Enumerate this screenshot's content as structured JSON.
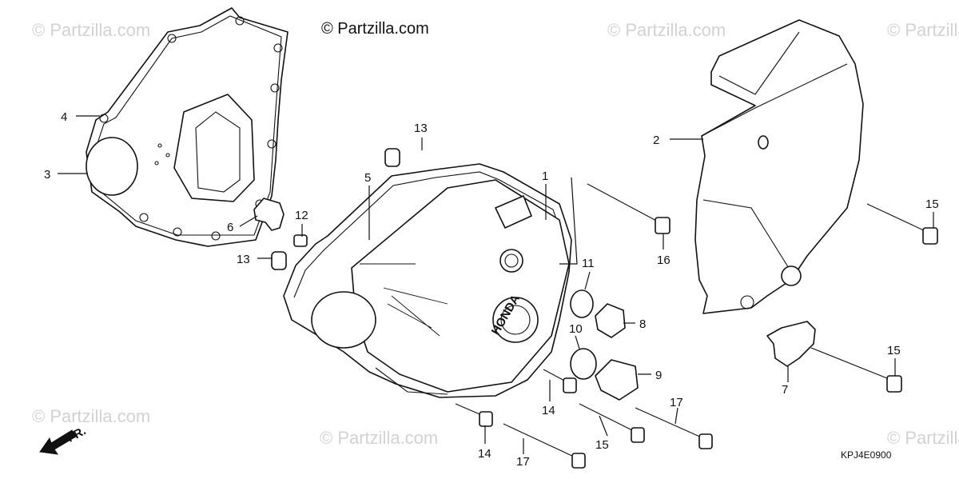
{
  "watermark_main": "© Partzilla.com",
  "watermark_faded": "© Partzilla.com",
  "diagram_code": "KPJ4E0900",
  "front_label": "FR.",
  "brand_text": "HONDA",
  "callouts": {
    "c1": "1",
    "c2": "2",
    "c3": "3",
    "c4": "4",
    "c5": "5",
    "c6": "6",
    "c7": "7",
    "c8": "8",
    "c9": "9",
    "c10": "10",
    "c11": "11",
    "c12": "12",
    "c13a": "13",
    "c13b": "13",
    "c14a": "14",
    "c14b": "14",
    "c15a": "15",
    "c15b": "15",
    "c15c": "15",
    "c16": "16",
    "c17a": "17",
    "c17b": "17"
  }
}
